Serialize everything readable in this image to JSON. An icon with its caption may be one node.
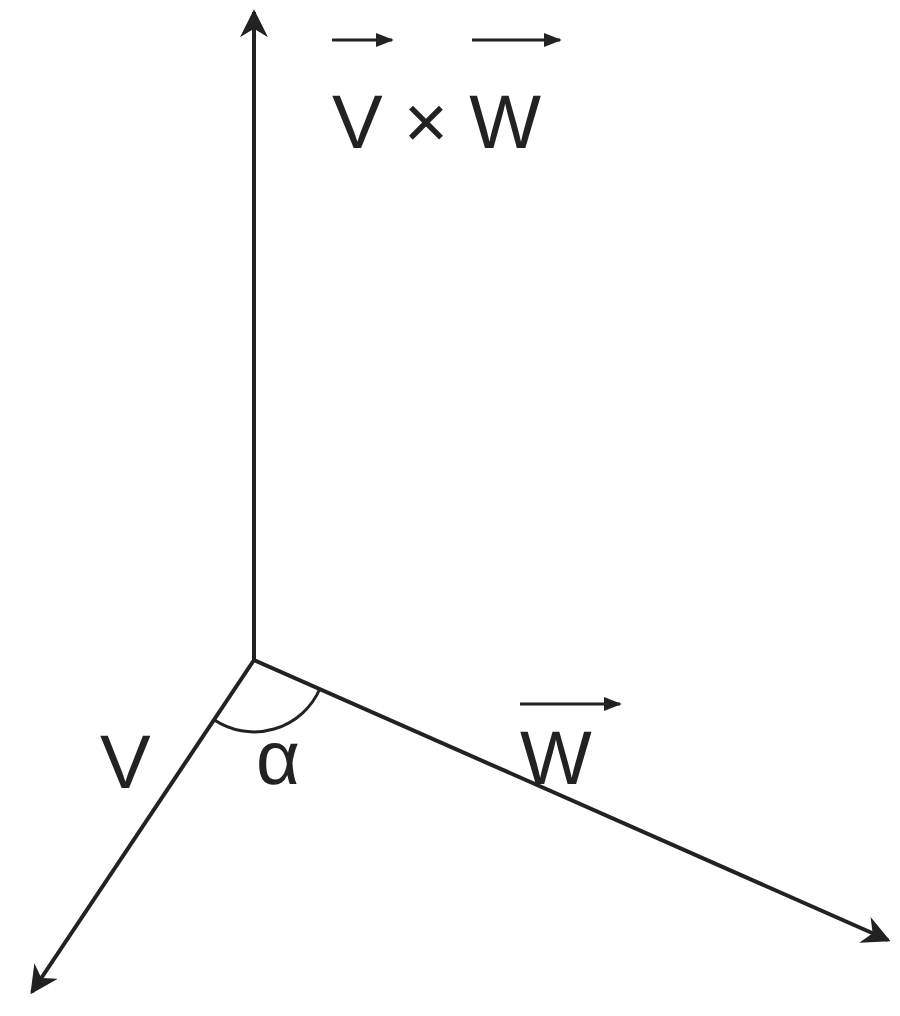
{
  "diagram": {
    "labels": [
      "V × W",
      "V",
      "α",
      "W"
    ]
  }
}
